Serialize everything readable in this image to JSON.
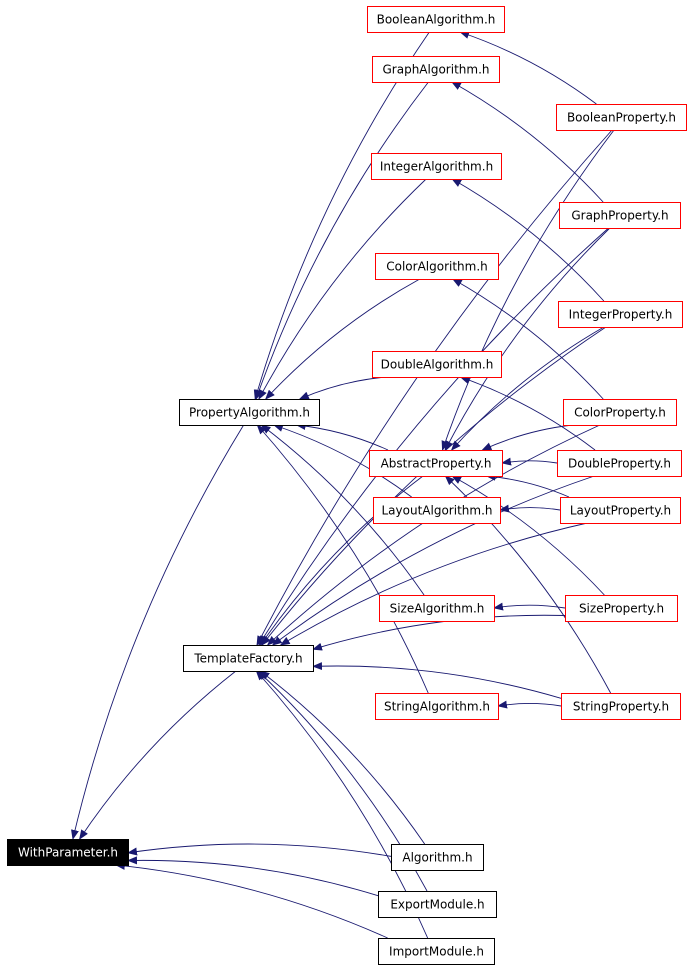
{
  "colors": {
    "edge": "#191970",
    "node_border_red": "#ff0000",
    "node_border_black": "#000000",
    "root_fill": "#000000",
    "root_text": "#ffffff"
  },
  "nodes": [
    {
      "id": "with-parameter",
      "label": "WithParameter.h",
      "style": "root"
    },
    {
      "id": "property-algorithm",
      "label": "PropertyAlgorithm.h",
      "style": "black"
    },
    {
      "id": "template-factory",
      "label": "TemplateFactory.h",
      "style": "black"
    },
    {
      "id": "algorithm",
      "label": "Algorithm.h",
      "style": "black"
    },
    {
      "id": "export-module",
      "label": "ExportModule.h",
      "style": "black"
    },
    {
      "id": "import-module",
      "label": "ImportModule.h",
      "style": "black"
    },
    {
      "id": "boolean-algorithm",
      "label": "BooleanAlgorithm.h",
      "style": "red"
    },
    {
      "id": "graph-algorithm",
      "label": "GraphAlgorithm.h",
      "style": "red"
    },
    {
      "id": "integer-algorithm",
      "label": "IntegerAlgorithm.h",
      "style": "red"
    },
    {
      "id": "color-algorithm",
      "label": "ColorAlgorithm.h",
      "style": "red"
    },
    {
      "id": "double-algorithm",
      "label": "DoubleAlgorithm.h",
      "style": "red"
    },
    {
      "id": "abstract-property",
      "label": "AbstractProperty.h",
      "style": "red"
    },
    {
      "id": "layout-algorithm",
      "label": "LayoutAlgorithm.h",
      "style": "red"
    },
    {
      "id": "size-algorithm",
      "label": "SizeAlgorithm.h",
      "style": "red"
    },
    {
      "id": "string-algorithm",
      "label": "StringAlgorithm.h",
      "style": "red"
    },
    {
      "id": "boolean-property",
      "label": "BooleanProperty.h",
      "style": "red"
    },
    {
      "id": "graph-property",
      "label": "GraphProperty.h",
      "style": "red"
    },
    {
      "id": "integer-property",
      "label": "IntegerProperty.h",
      "style": "red"
    },
    {
      "id": "color-property",
      "label": "ColorProperty.h",
      "style": "red"
    },
    {
      "id": "double-property",
      "label": "DoubleProperty.h",
      "style": "red"
    },
    {
      "id": "layout-property",
      "label": "LayoutProperty.h",
      "style": "red"
    },
    {
      "id": "size-property",
      "label": "SizeProperty.h",
      "style": "red"
    },
    {
      "id": "string-property",
      "label": "StringProperty.h",
      "style": "red"
    }
  ],
  "edges": [
    {
      "from": "property-algorithm",
      "to": "with-parameter"
    },
    {
      "from": "template-factory",
      "to": "with-parameter"
    },
    {
      "from": "algorithm",
      "to": "with-parameter"
    },
    {
      "from": "export-module",
      "to": "with-parameter"
    },
    {
      "from": "import-module",
      "to": "with-parameter"
    },
    {
      "from": "boolean-algorithm",
      "to": "property-algorithm"
    },
    {
      "from": "graph-algorithm",
      "to": "property-algorithm"
    },
    {
      "from": "integer-algorithm",
      "to": "property-algorithm"
    },
    {
      "from": "color-algorithm",
      "to": "property-algorithm"
    },
    {
      "from": "double-algorithm",
      "to": "property-algorithm"
    },
    {
      "from": "abstract-property",
      "to": "property-algorithm"
    },
    {
      "from": "layout-algorithm",
      "to": "property-algorithm"
    },
    {
      "from": "size-algorithm",
      "to": "property-algorithm"
    },
    {
      "from": "string-algorithm",
      "to": "property-algorithm"
    },
    {
      "from": "boolean-property",
      "to": "template-factory"
    },
    {
      "from": "graph-property",
      "to": "template-factory"
    },
    {
      "from": "integer-property",
      "to": "template-factory"
    },
    {
      "from": "color-property",
      "to": "template-factory"
    },
    {
      "from": "double-property",
      "to": "template-factory"
    },
    {
      "from": "layout-property",
      "to": "template-factory"
    },
    {
      "from": "size-property",
      "to": "template-factory"
    },
    {
      "from": "string-property",
      "to": "template-factory"
    },
    {
      "from": "abstract-property",
      "to": "template-factory"
    },
    {
      "from": "algorithm",
      "to": "template-factory"
    },
    {
      "from": "export-module",
      "to": "template-factory"
    },
    {
      "from": "import-module",
      "to": "template-factory"
    },
    {
      "from": "boolean-property",
      "to": "boolean-algorithm"
    },
    {
      "from": "graph-property",
      "to": "graph-algorithm"
    },
    {
      "from": "integer-property",
      "to": "integer-algorithm"
    },
    {
      "from": "color-property",
      "to": "color-algorithm"
    },
    {
      "from": "double-property",
      "to": "double-algorithm"
    },
    {
      "from": "layout-property",
      "to": "layout-algorithm"
    },
    {
      "from": "size-property",
      "to": "size-algorithm"
    },
    {
      "from": "string-property",
      "to": "string-algorithm"
    },
    {
      "from": "boolean-property",
      "to": "abstract-property"
    },
    {
      "from": "graph-property",
      "to": "abstract-property"
    },
    {
      "from": "integer-property",
      "to": "abstract-property"
    },
    {
      "from": "color-property",
      "to": "abstract-property"
    },
    {
      "from": "double-property",
      "to": "abstract-property"
    },
    {
      "from": "layout-property",
      "to": "abstract-property"
    },
    {
      "from": "size-property",
      "to": "abstract-property"
    },
    {
      "from": "string-property",
      "to": "abstract-property"
    }
  ]
}
